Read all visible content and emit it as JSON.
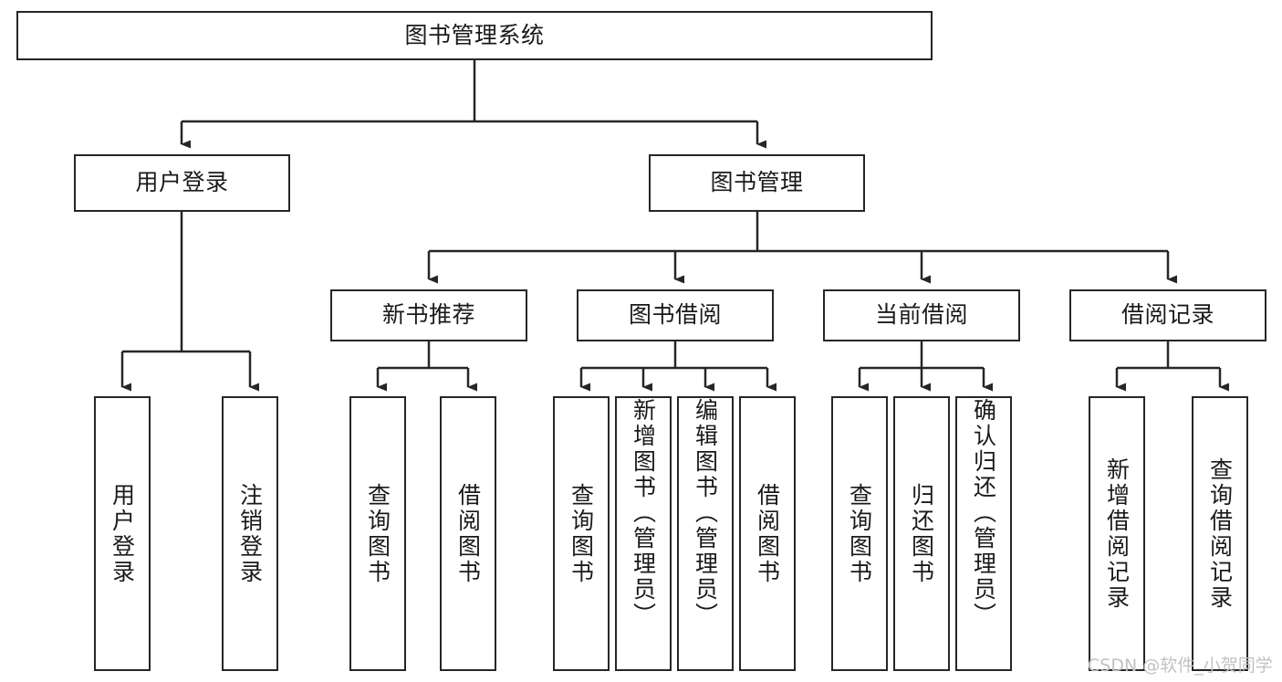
{
  "diagram": {
    "title": "图书管理系统",
    "root": {
      "label": "图书管理系统"
    },
    "level2": [
      {
        "label": "用户登录"
      },
      {
        "label": "图书管理"
      }
    ],
    "level3": [
      {
        "label": "新书推荐"
      },
      {
        "label": "图书借阅"
      },
      {
        "label": "当前借阅"
      },
      {
        "label": "借阅记录"
      }
    ],
    "leaves": {
      "user_login": [
        {
          "label": "用户登录"
        },
        {
          "label": "注销登录"
        }
      ],
      "new_book_recommend": [
        {
          "label": "查询图书"
        },
        {
          "label": "借阅图书"
        }
      ],
      "book_borrow": [
        {
          "label": "查询图书"
        },
        {
          "label": "新增图书（管理员）"
        },
        {
          "label": "编辑图书（管理员）"
        },
        {
          "label": "借阅图书"
        }
      ],
      "current_borrow": [
        {
          "label": "查询图书"
        },
        {
          "label": "归还图书"
        },
        {
          "label": "确认归还（管理员）"
        }
      ],
      "borrow_records": [
        {
          "label": "新增借阅记录"
        },
        {
          "label": "查询借阅记录"
        }
      ]
    }
  },
  "watermark": {
    "text": "CSDN @软件_小贺同学"
  },
  "colors": {
    "stroke": "#262626",
    "background": "#ffffff",
    "text": "#1a1a1a",
    "watermark": "#c2c2c2"
  }
}
